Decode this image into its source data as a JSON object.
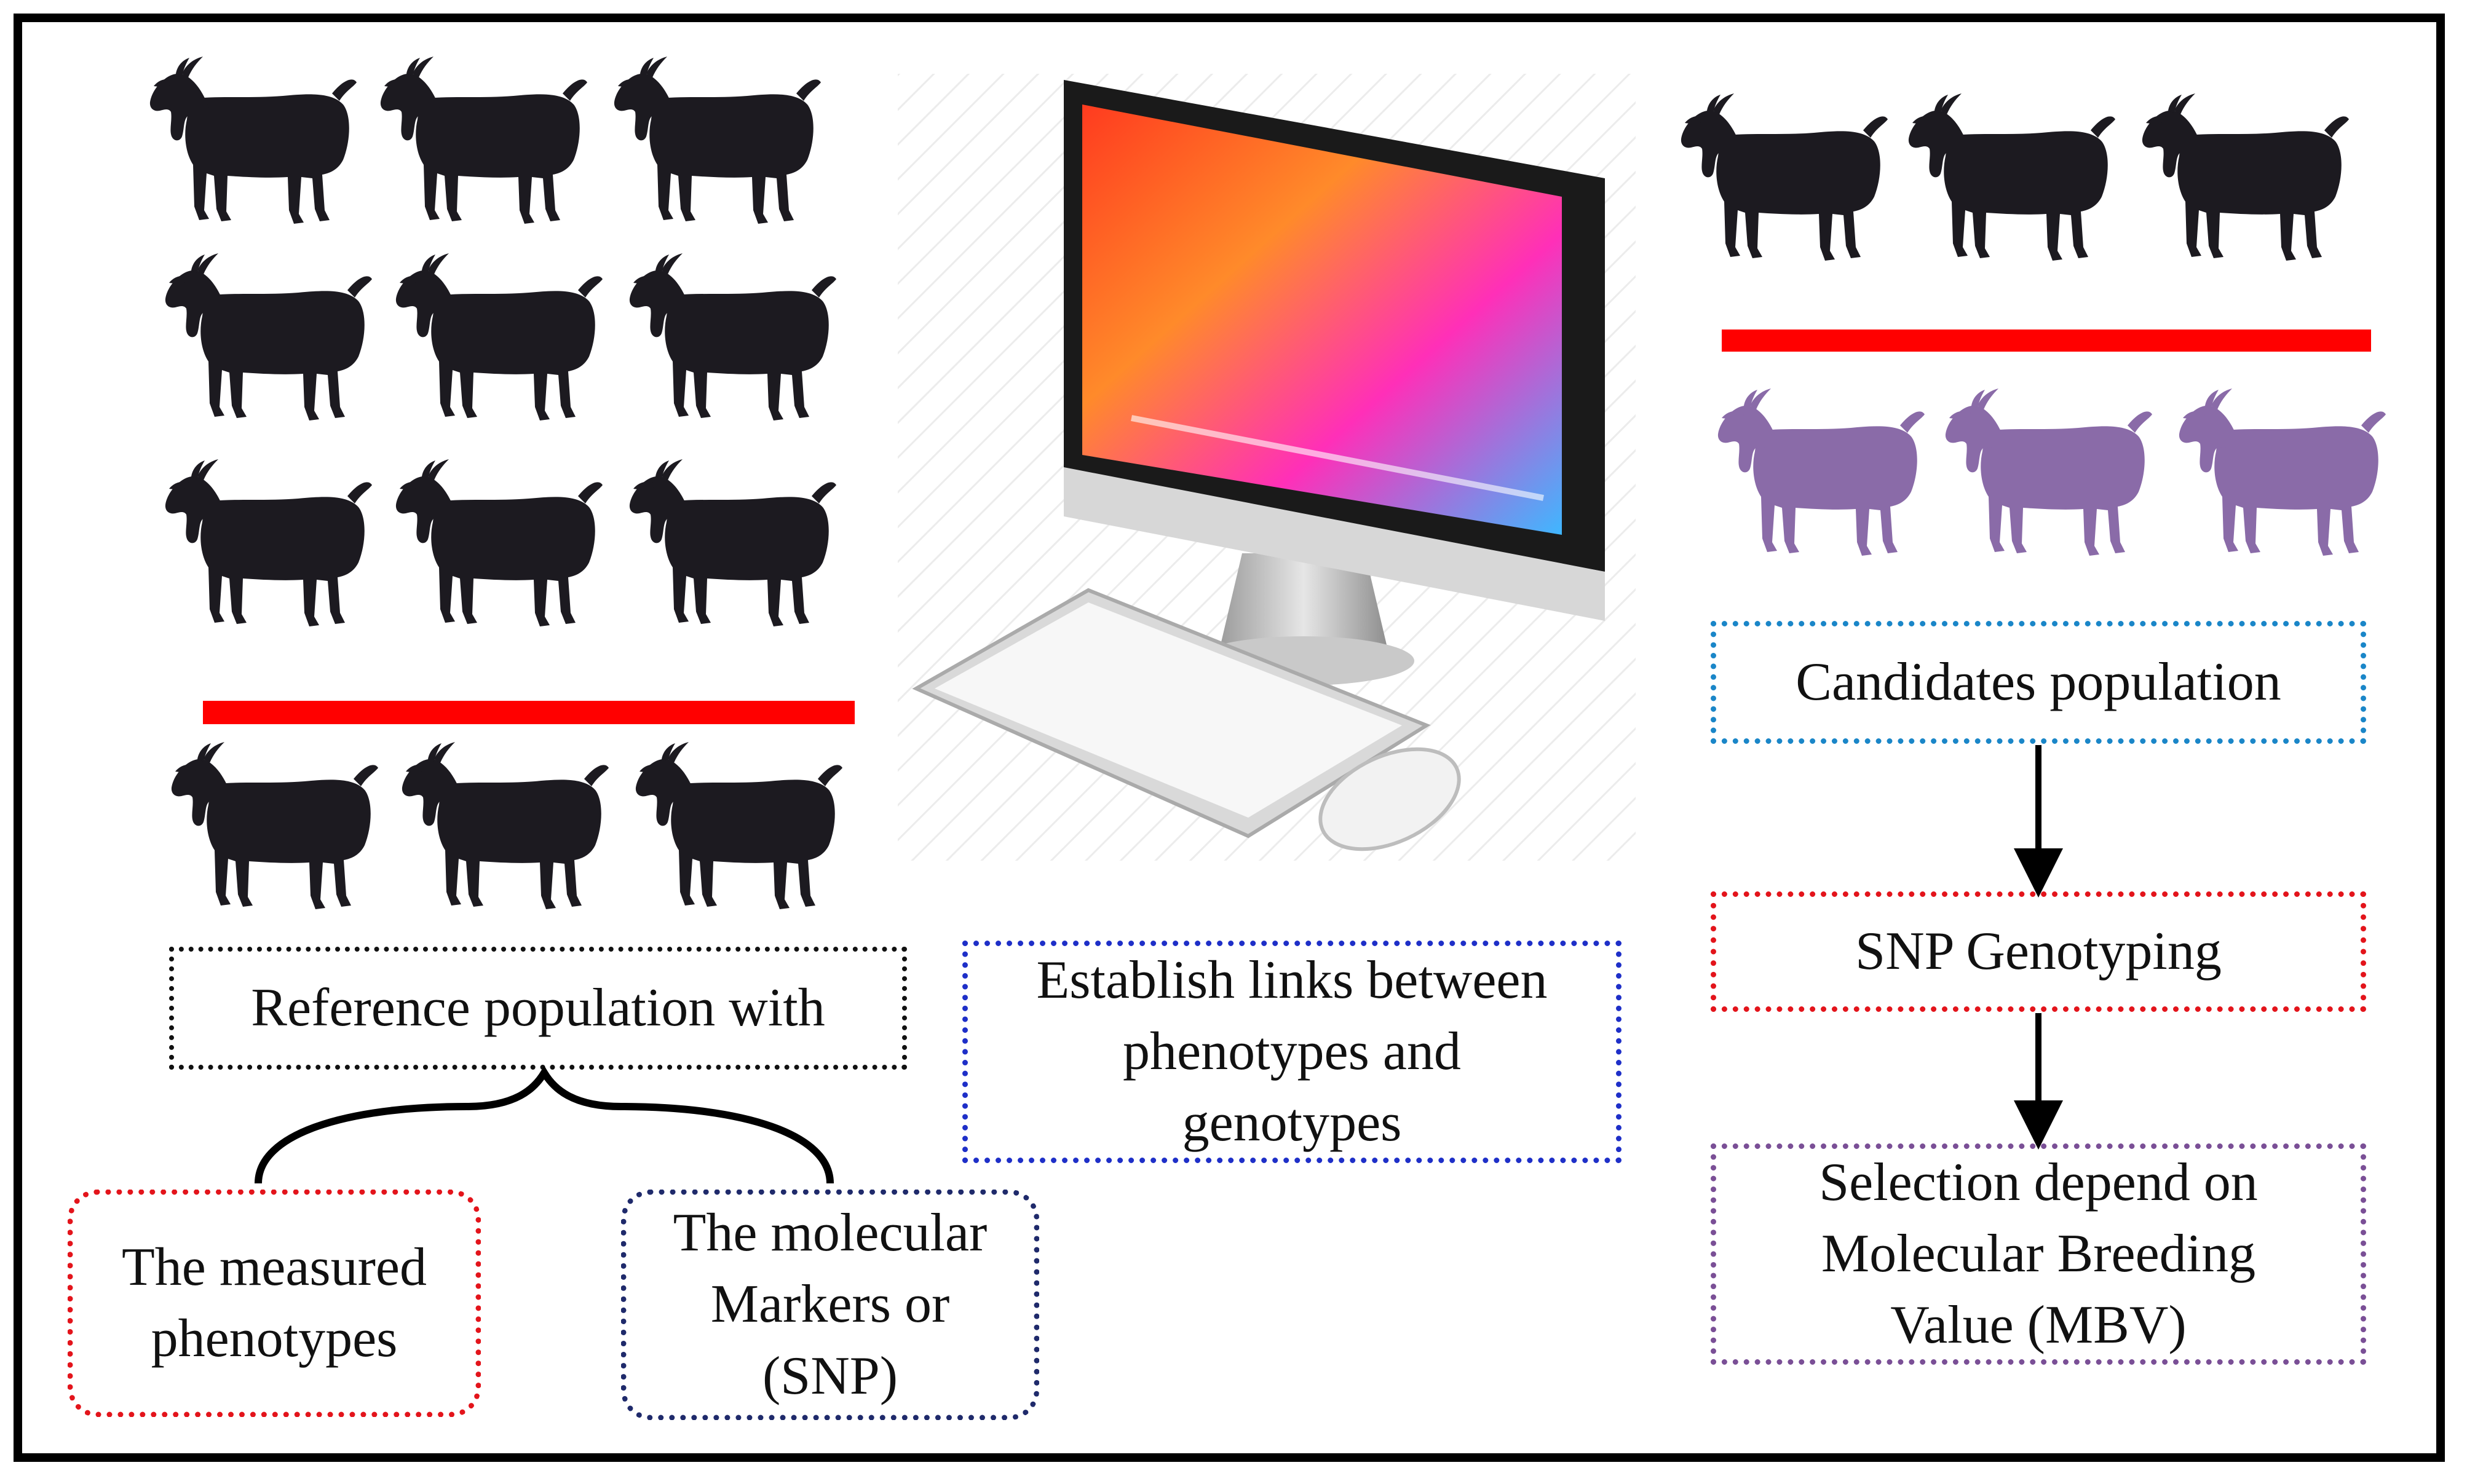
{
  "diagram": {
    "reference": {
      "label": "Reference population with",
      "children": [
        "The measured\nphenotypes",
        "The molecular\nMarkers or\n(SNP)"
      ]
    },
    "center": {
      "label": "Establish links between\nphenotypes and\ngenotypes"
    },
    "candidates": {
      "steps": [
        "Candidates population",
        "SNP Genotyping",
        "Selection depend on\nMolecular Breeding\nValue (MBV)"
      ]
    },
    "colors": {
      "frame": "#000000",
      "divider": "#ff0000",
      "goat_reference": "#1c1a20",
      "goat_candidate": "#8a6ba8",
      "box_reference_border": "#111111",
      "box_phenotypes_border": "#e3141b",
      "box_markers_border": "#1f2a6b",
      "box_center_border": "#1e2fc8",
      "box_candidates_border": "#1a86c8",
      "box_snp_border": "#e3141b",
      "box_mbv_border": "#7a4f96"
    },
    "icons": [
      "goat-icon",
      "computer-monitor-icon",
      "keyboard-icon",
      "mouse-icon"
    ]
  }
}
